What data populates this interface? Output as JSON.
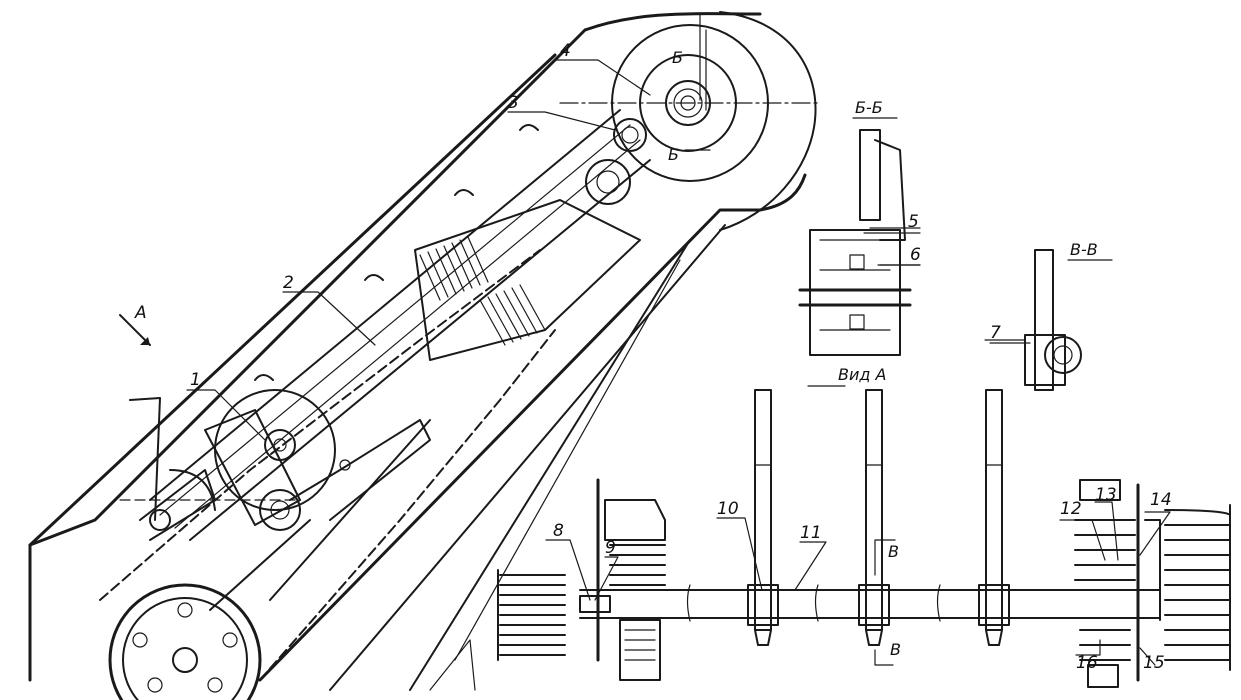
{
  "callouts": [
    "1",
    "2",
    "3",
    "4",
    "5",
    "6",
    "7",
    "8",
    "9",
    "10",
    "11",
    "12",
    "13",
    "14",
    "15",
    "16"
  ],
  "sections": {
    "bb": "Б-Б",
    "vv": "В-В",
    "view_a": "Вид А",
    "arrow_a": "А",
    "mark_b": "Б",
    "mark_v": "В"
  },
  "colors": {
    "ink": "#1a1a1a",
    "paper": "#ffffff"
  }
}
